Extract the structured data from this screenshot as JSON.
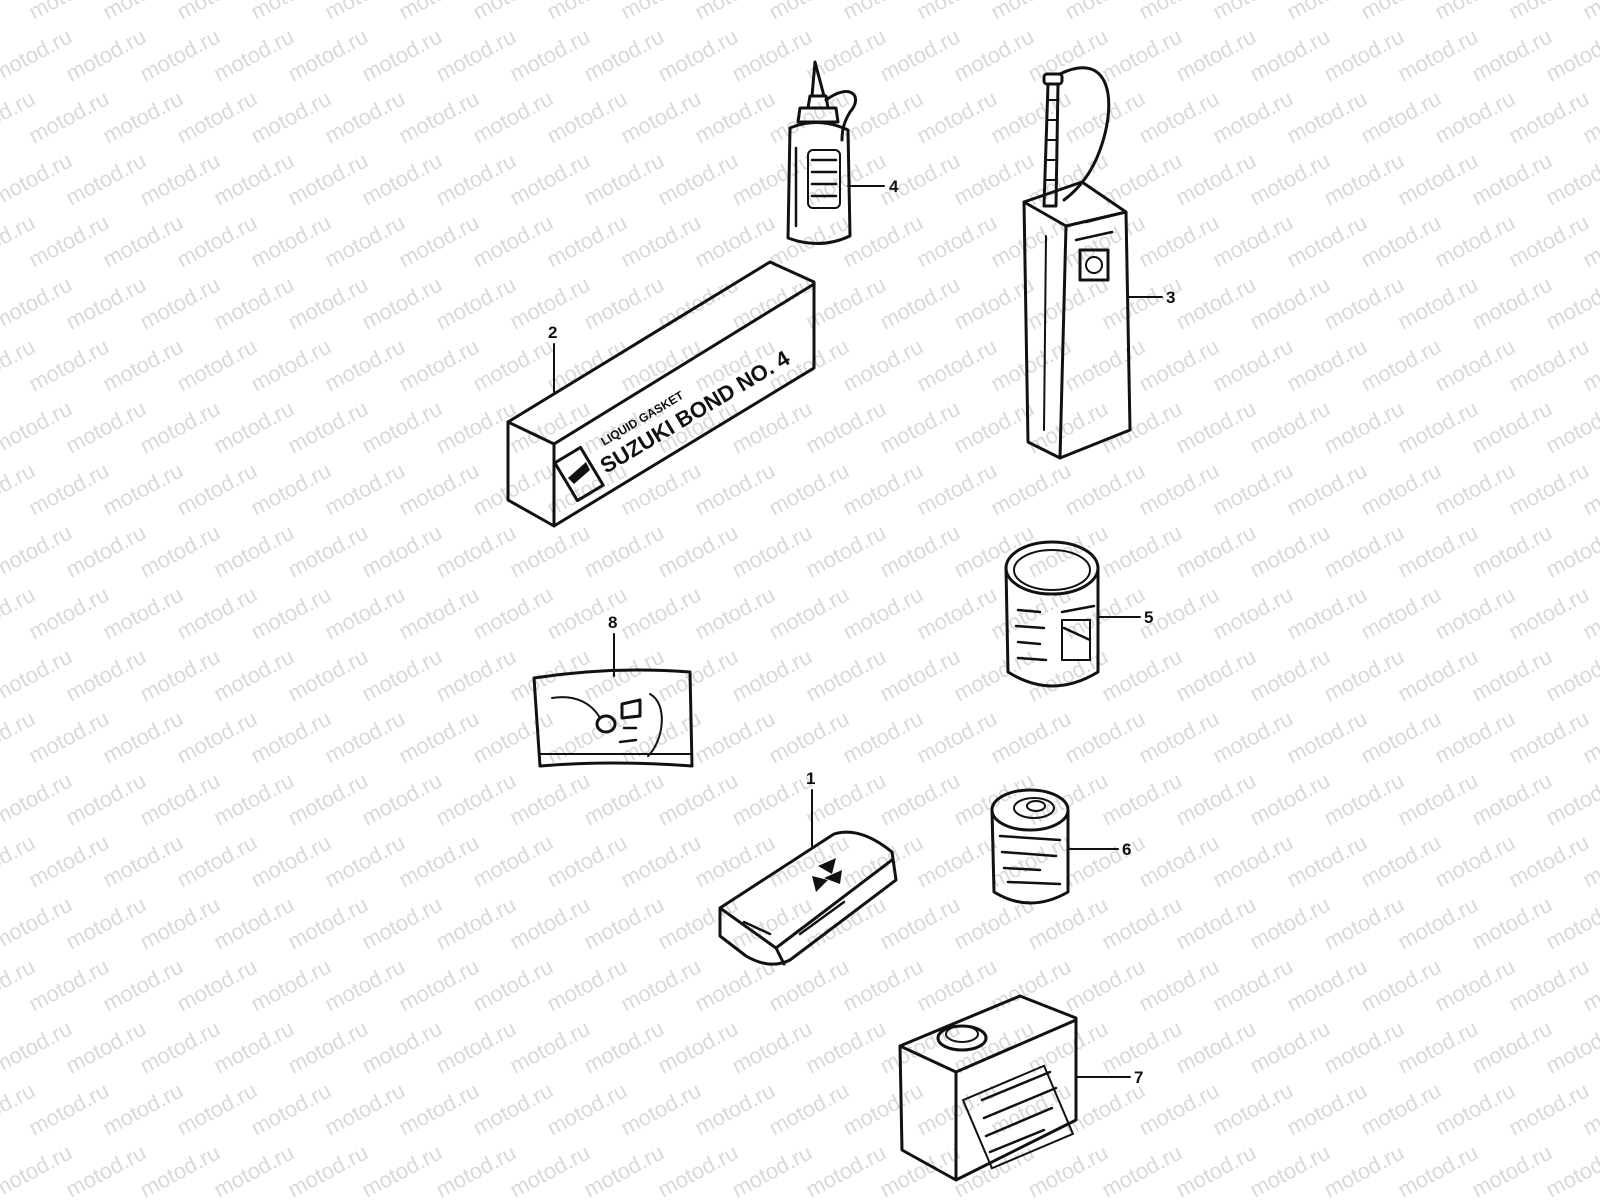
{
  "watermark": {
    "text": "motod.ru",
    "color": "#d9d9d9"
  },
  "ink_color": "#111111",
  "items": [
    {
      "id": "1",
      "label": "1",
      "icon": "suzuki-boxed-item-icon"
    },
    {
      "id": "2",
      "label": "2",
      "icon": "bond-tube-box-icon",
      "box_text": {
        "small": "LIQUID GASKET",
        "large": "SUZUKI BOND NO. 4"
      }
    },
    {
      "id": "3",
      "label": "3",
      "icon": "tall-oil-can-with-tube-icon"
    },
    {
      "id": "4",
      "label": "4",
      "icon": "squeeze-bottle-icon"
    },
    {
      "id": "5",
      "label": "5",
      "icon": "large-grease-tin-icon"
    },
    {
      "id": "6",
      "label": "6",
      "icon": "small-grease-tin-icon"
    },
    {
      "id": "7",
      "label": "7",
      "icon": "rectangular-oil-can-icon"
    },
    {
      "id": "8",
      "label": "8",
      "icon": "sealed-packet-icon"
    }
  ]
}
